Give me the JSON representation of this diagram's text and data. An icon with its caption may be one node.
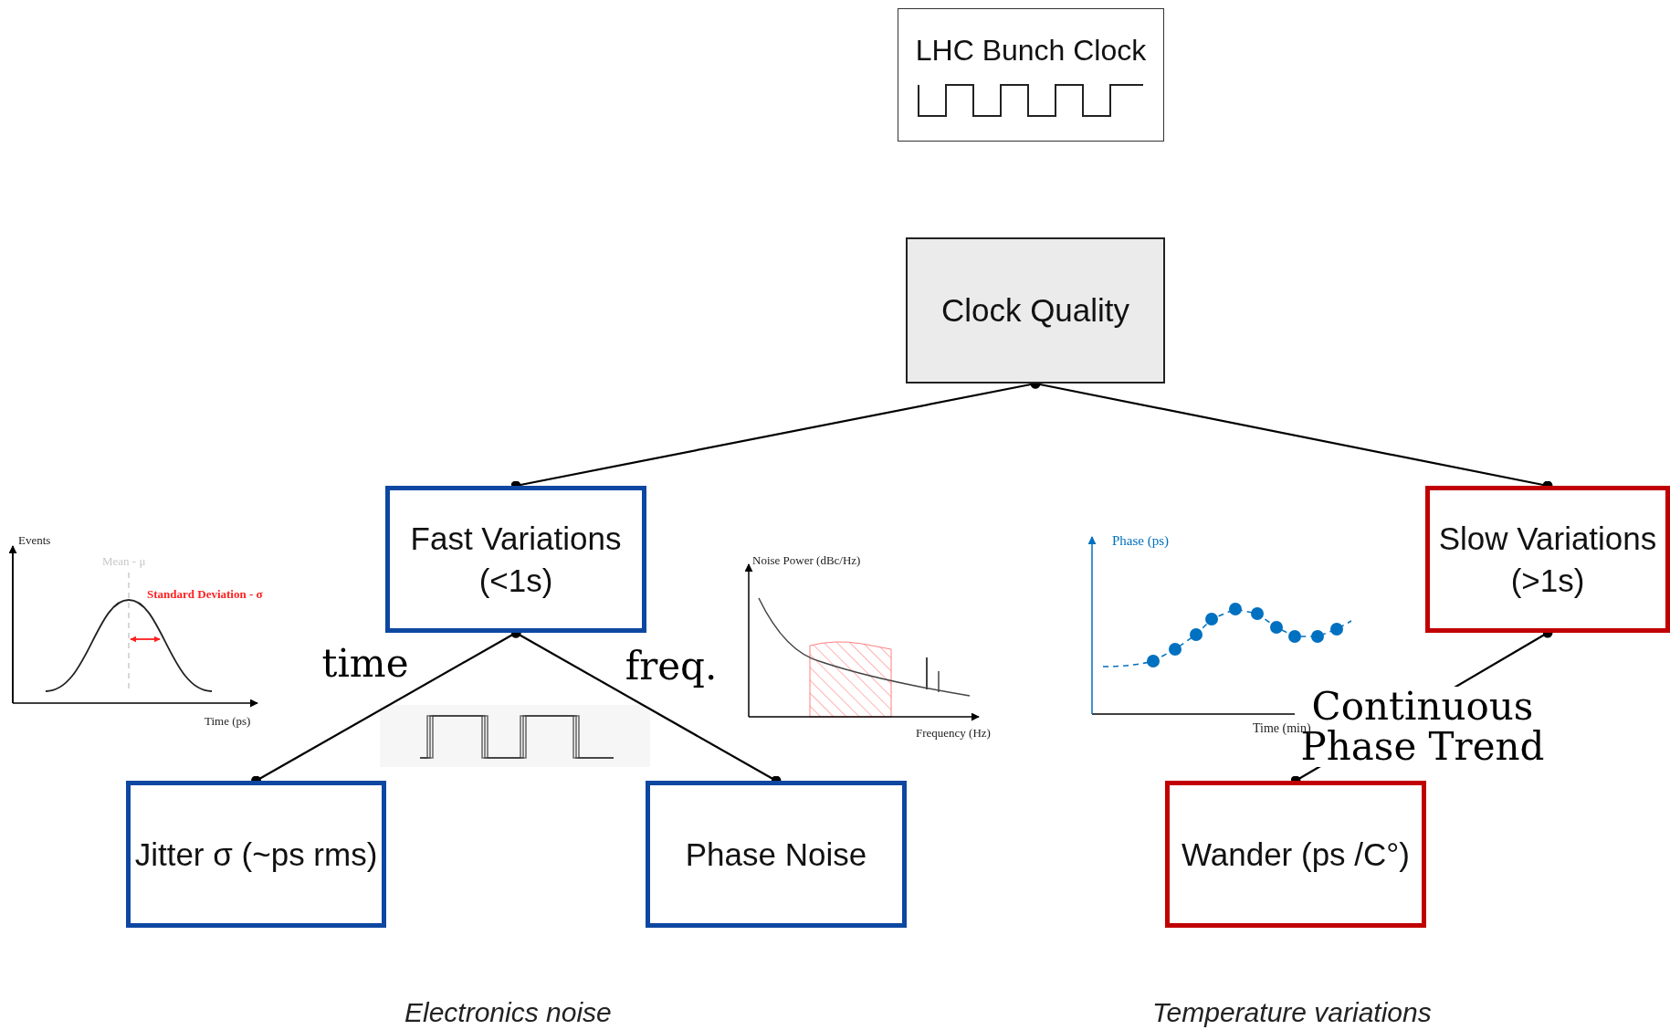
{
  "diagram": {
    "nodes": [
      {
        "text": [
          "LHC Bunch Clock"
        ]
      },
      {
        "text": [
          "Clock Quality"
        ]
      },
      {
        "text": [
          "Fast Variations (<1s)"
        ]
      },
      {
        "text": [
          "Slow Variations (>1s)"
        ]
      },
      {
        "text": [
          "Jitter σ (~ps rms)"
        ]
      },
      {
        "text": [
          "Phase Noise"
        ]
      },
      {
        "text": [
          "Wander (ps /C°)"
        ]
      }
    ],
    "edges": [
      {
        "from": 1,
        "to": 2,
        "arrow": "other"
      },
      {
        "from": 1,
        "to": 3,
        "arrow": "other"
      },
      {
        "from": 2,
        "to": 4,
        "arrow": "other",
        "label": "time"
      },
      {
        "from": 2,
        "to": 5,
        "arrow": "other",
        "label": "freq."
      },
      {
        "from": 3,
        "to": 6,
        "arrow": "other",
        "label": "Continuous Phase Trend"
      }
    ],
    "labels": [
      "Events",
      "Mean - μ",
      "Standard Deviation - σ",
      "Time (ps)",
      "Noise Power (dBc/Hz)",
      "Frequency (Hz)",
      "Phase (ps)",
      "Time (min)",
      "Electronics noise",
      "Temperature variations"
    ]
  }
}
